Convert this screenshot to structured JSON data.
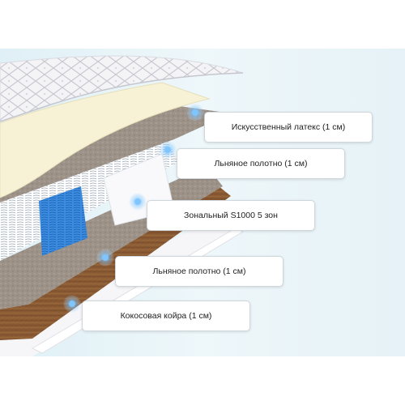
{
  "layers": [
    {
      "label": "Искусственный латекс (1 см)"
    },
    {
      "label": "Льняное полотно (1 см)"
    },
    {
      "label": "Зональный S1000 5 зон"
    },
    {
      "label": "Льняное полотно (1 см)"
    },
    {
      "label": "Кокосовая койра (1 см)"
    }
  ],
  "colors": {
    "background": "#e8f4f8",
    "latex": "#f7f2d6",
    "linen": "#9a8f84",
    "coir": "#8a5a34",
    "spring_zone_accent": "#2f7fd8",
    "marker": "#6ab8ff"
  }
}
